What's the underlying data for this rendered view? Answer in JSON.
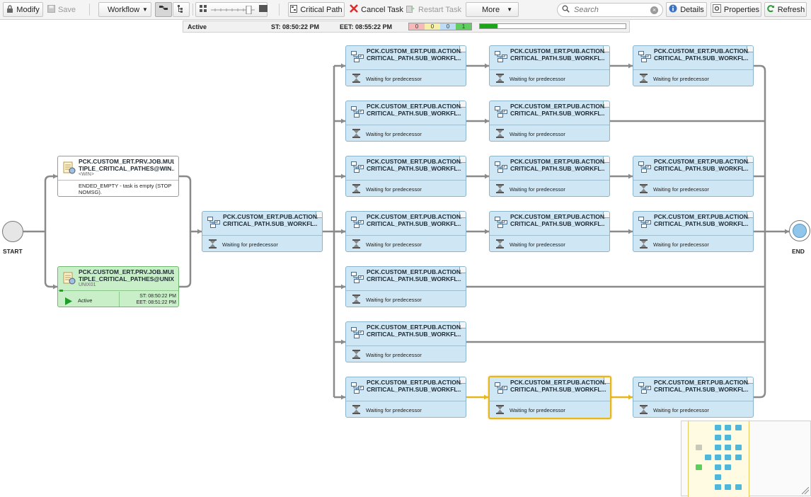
{
  "toolbar": {
    "modify_label": "Modify",
    "save_label": "Save",
    "workflow_label": "Workflow",
    "critical_path_label": "Critical Path",
    "cancel_task_label": "Cancel Task",
    "restart_task_label": "Restart Task",
    "more_label": "More",
    "search_placeholder": "Search",
    "details_label": "Details",
    "properties_label": "Properties",
    "refresh_label": "Refresh"
  },
  "statusbar": {
    "status": "Active",
    "start_time": "ST: 08:50:22 PM",
    "estimated_end_time": "EET: 08:55:22 PM",
    "counters": [
      "0",
      "0",
      "0",
      "1"
    ],
    "counter_colors": [
      "#f5b9b9",
      "#f5f0a6",
      "#bcdcf5",
      "#5ecf5e"
    ],
    "progress_fraction": 0.12
  },
  "colors": {
    "task_fill": "#cfe7f4",
    "active_fill": "#c9efc9",
    "critical_path": "#e6b61c",
    "edge": "#8a8a8a"
  },
  "workflow": {
    "start_label": "START",
    "end_label": "END",
    "job_win": {
      "line1": "PCK.CUSTOM_ERT.PRV.JOB.MUL",
      "line2": "TIPLE_CRITICAL_PATHES@WIN...",
      "host": "<WIN>",
      "status_line1": "ENDED_EMPTY - task is empty (STOP",
      "status_line2": "NOMSG)."
    },
    "job_unix": {
      "line1": "PCK.CUSTOM_ERT.PRV.JOB.MUL",
      "line2": "TIPLE_CRITICAL_PATHES@UNIX",
      "host": "UNIX01",
      "status": "Active",
      "start_time": "ST: 08:50:22 PM",
      "end_time": "EET: 08:51:22 PM"
    },
    "subworkflow": {
      "line1": "PCK.CUSTOM_ERT.PUB.ACTION.",
      "line2": "CRITICAL_PATH.SUB_WORKFL...",
      "status": "Waiting for predecessor"
    }
  }
}
